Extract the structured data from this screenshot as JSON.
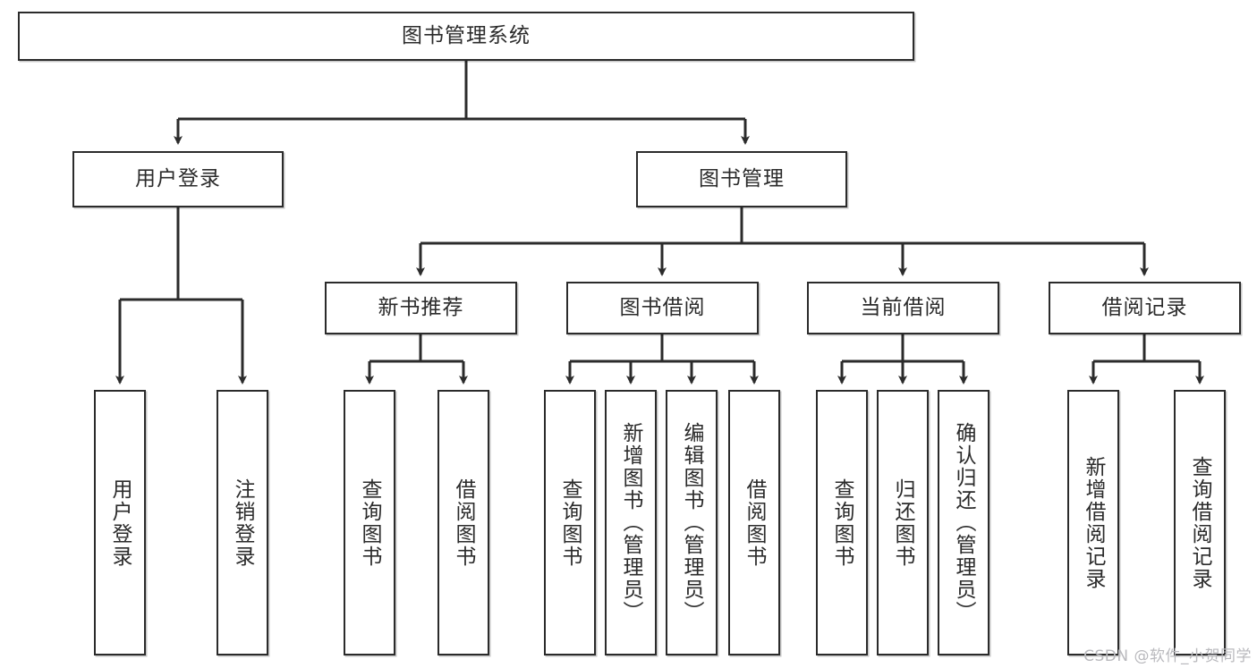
{
  "diagram": {
    "type": "tree-hierarchy-chart",
    "title": "图书管理系统",
    "watermark": "CSDN @软件_小贺同学",
    "colors": {
      "box_stroke": "#2b2b2b",
      "box_fill": "#ffffff",
      "connector": "#2b2b2b",
      "background": "#ffffff",
      "watermark": "#b9b9bd"
    },
    "levels": {
      "root": {
        "label": "图书管理系统"
      },
      "level2": [
        {
          "label": "用户登录"
        },
        {
          "label": "图书管理"
        }
      ],
      "level3": [
        {
          "label": "新书推荐"
        },
        {
          "label": "图书借阅"
        },
        {
          "label": "当前借阅"
        },
        {
          "label": "借阅记录"
        }
      ]
    },
    "leaves": {
      "user_login": [
        {
          "label": "用户登录"
        },
        {
          "label": "注销登录"
        }
      ],
      "new_book_recommend": [
        {
          "label": "查询图书"
        },
        {
          "label": "借阅图书"
        }
      ],
      "book_borrow": [
        {
          "label": "查询图书"
        },
        {
          "label": "新增图书（管理员）"
        },
        {
          "label": "编辑图书（管理员）"
        },
        {
          "label": "借阅图书"
        }
      ],
      "current_borrow": [
        {
          "label": "查询图书"
        },
        {
          "label": "归还图书"
        },
        {
          "label": "确认归还（管理员）"
        }
      ],
      "borrow_record": [
        {
          "label": "新增借阅记录"
        },
        {
          "label": "查询借阅记录"
        }
      ]
    }
  }
}
